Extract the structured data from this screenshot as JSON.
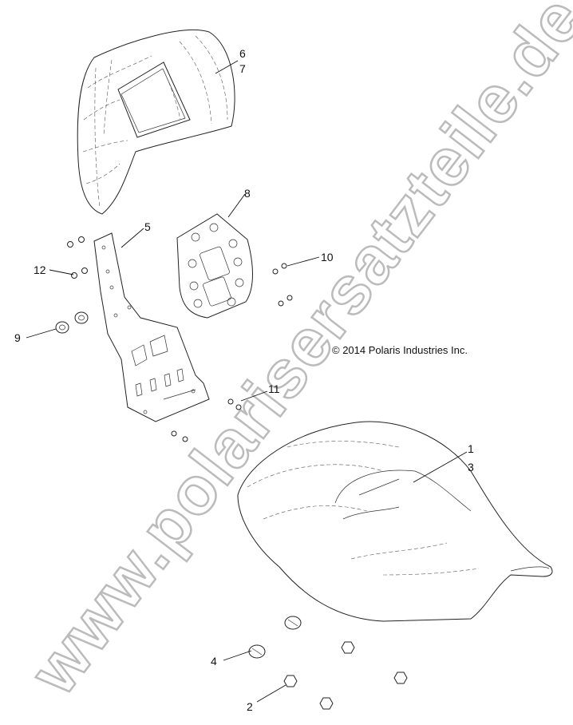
{
  "copyright": "© 2014 Polaris Industries Inc.",
  "watermark": "www.polarisersatzteile.de",
  "callouts": {
    "c1": "1",
    "c2": "2",
    "c3": "3",
    "c4": "4",
    "c5": "5",
    "c6": "6",
    "c7": "7",
    "c8": "8",
    "c9": "9",
    "c10": "10",
    "c11": "11",
    "c12": "12"
  }
}
